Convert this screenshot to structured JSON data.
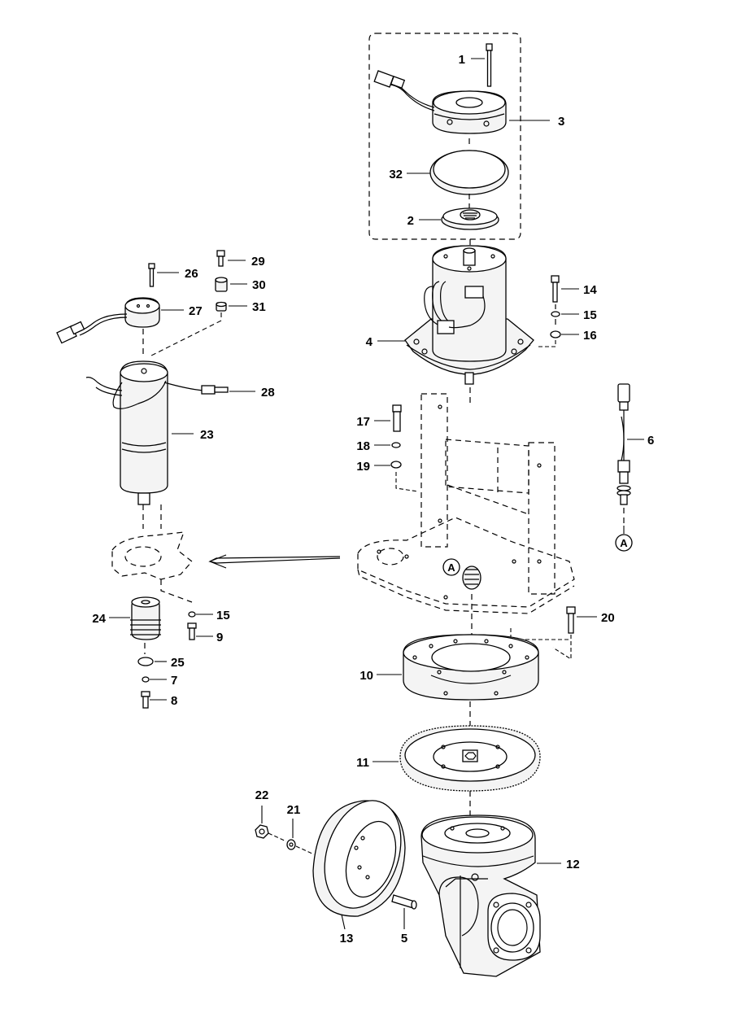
{
  "diagram": {
    "callouts": [
      {
        "id": "c1",
        "text": "1"
      },
      {
        "id": "c2",
        "text": "2"
      },
      {
        "id": "c3",
        "text": "3"
      },
      {
        "id": "c4",
        "text": "4"
      },
      {
        "id": "c5",
        "text": "5"
      },
      {
        "id": "c6",
        "text": "6"
      },
      {
        "id": "c7",
        "text": "7"
      },
      {
        "id": "c8",
        "text": "8"
      },
      {
        "id": "c9",
        "text": "9"
      },
      {
        "id": "c10",
        "text": "10"
      },
      {
        "id": "c11",
        "text": "11"
      },
      {
        "id": "c12",
        "text": "12"
      },
      {
        "id": "c13",
        "text": "13"
      },
      {
        "id": "c14",
        "text": "14"
      },
      {
        "id": "c15a",
        "text": "15"
      },
      {
        "id": "c15b",
        "text": "15"
      },
      {
        "id": "c16",
        "text": "16"
      },
      {
        "id": "c17",
        "text": "17"
      },
      {
        "id": "c18",
        "text": "18"
      },
      {
        "id": "c19",
        "text": "19"
      },
      {
        "id": "c20",
        "text": "20"
      },
      {
        "id": "c21",
        "text": "21"
      },
      {
        "id": "c22",
        "text": "22"
      },
      {
        "id": "c23",
        "text": "23"
      },
      {
        "id": "c24",
        "text": "24"
      },
      {
        "id": "c25",
        "text": "25"
      },
      {
        "id": "c26",
        "text": "26"
      },
      {
        "id": "c27",
        "text": "27"
      },
      {
        "id": "c28",
        "text": "28"
      },
      {
        "id": "c29",
        "text": "29"
      },
      {
        "id": "c30",
        "text": "30"
      },
      {
        "id": "c31",
        "text": "31"
      },
      {
        "id": "c32",
        "text": "32"
      }
    ],
    "reference_markers": [
      {
        "id": "refA1",
        "text": "A"
      },
      {
        "id": "refA2",
        "text": "A"
      }
    ]
  }
}
